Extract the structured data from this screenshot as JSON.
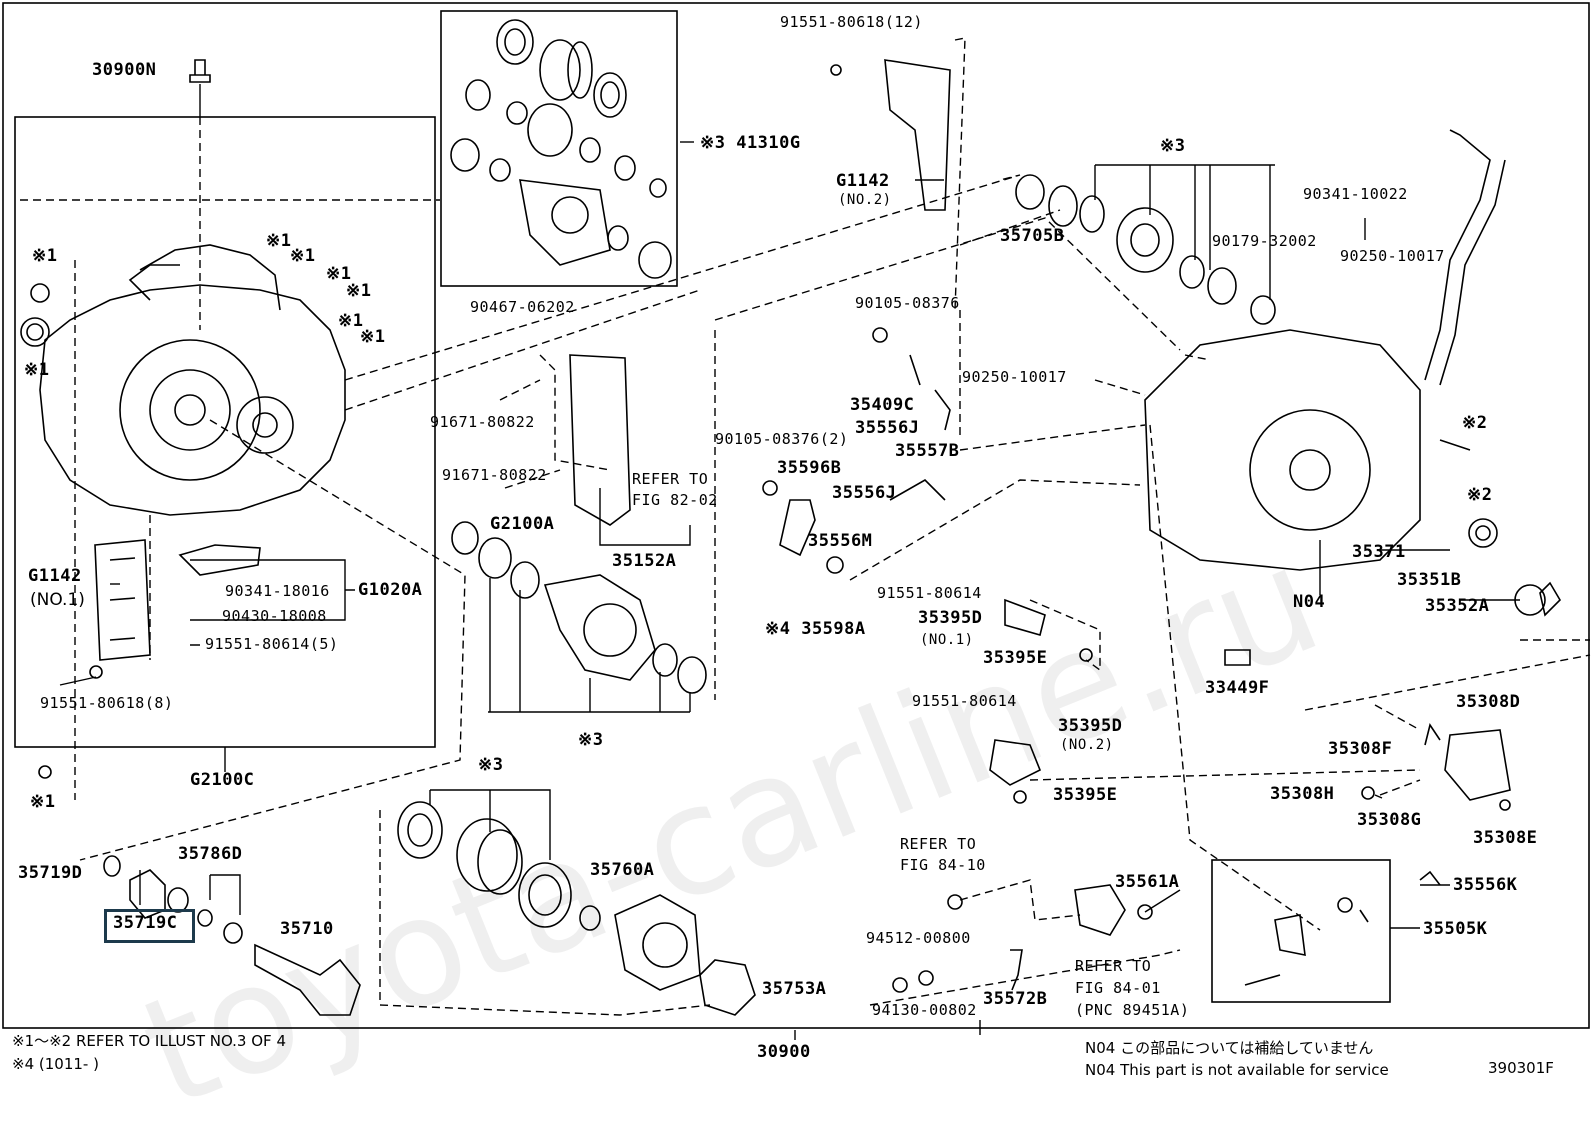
{
  "watermark": "toyota-carline.ru",
  "labels": {
    "p30900N": "30900N",
    "p41310G": "※3 41310G",
    "p91551_80618_12": "91551-80618(12)",
    "pG1142_top": "G1142",
    "pNO2_top": "(NO.2)",
    "star3_top": "※3",
    "p35705B": "35705B",
    "p90341_10022": "90341-10022",
    "p90179_32002": "90179-32002",
    "p90250_10017_a": "90250-10017",
    "p90467_06202": "90467-06202",
    "p90105_08376": "90105-08376",
    "p90250_10017_b": "90250-10017",
    "p35409C": "35409C",
    "p91671_80822_a": "91671-80822",
    "p35556J_a": "35556J",
    "p35557B": "35557B",
    "p90105_08376_2": "90105-08376(2)",
    "refer_fig_82_a": "REFER TO",
    "refer_fig_82_b": "FIG 82-02",
    "p91671_80822_b": "91671-80822",
    "p35596B": "35596B",
    "p35556J_b": "35556J",
    "pG2100A": "G2100A",
    "p35556M": "35556M",
    "p35152A": "35152A",
    "star2_a": "※2",
    "star2_b": "※2",
    "p35371": "35371",
    "p35351B": "35351B",
    "p35352A": "35352A",
    "pN04": "N04",
    "pG1142_left": "G1142",
    "pNO1_left": "(NO.1)",
    "p90341_18016": "90341-18016",
    "pG1020A": "G1020A",
    "p90430_18008": "90430-18008",
    "p91551_80614_5": "91551-80614(5)",
    "p91551_80618_8": "91551-80618(8)",
    "pG2100C": "G2100C",
    "p35598A": "※4 35598A",
    "p91551_80614_a": "91551-80614",
    "p35395D_a": "35395D",
    "pNO1_b": "(NO.1)",
    "p35395E_a": "35395E",
    "p33449F": "33449F",
    "star3_mid": "※3",
    "p91551_80614_b": "91551-80614",
    "p35395D_b": "35395D",
    "pNO2_b": "(NO.2)",
    "p35395E_b": "35395E",
    "p35308D": "35308D",
    "p35308F": "35308F",
    "p35308H": "35308H",
    "p35308G": "35308G",
    "p35308E": "35308E",
    "star3_bot": "※3",
    "p35719D": "35719D",
    "p35786D": "35786D",
    "p35719C": "35719C",
    "p35710": "35710",
    "p35760A": "35760A",
    "p35753A": "35753A",
    "refer_fig_84_10_a": "REFER TO",
    "refer_fig_84_10_b": "FIG 84-10",
    "p35561A": "35561A",
    "p94512_00800": "94512-00800",
    "p94130_00802": "94130-00802",
    "p35572B": "35572B",
    "refer_fig_84_01_a": "REFER TO",
    "refer_fig_84_01_b": "FIG 84-01",
    "refer_fig_84_01_c": "(PNC 89451A)",
    "p35556K": "35556K",
    "p35505K": "35505K",
    "p30900": "30900",
    "star1_list": [
      "※1",
      "※1",
      "※1",
      "※1",
      "※1",
      "※1",
      "※1",
      "※1"
    ],
    "star1_bottom": "※1"
  },
  "footer": {
    "note1": "※1〜※2 REFER TO ILLUST NO.3 OF 4",
    "note2": "※4 (1011-       )",
    "n04_jp": "N04  この部品については補給していません",
    "n04_en": "N04  This part is not available for service",
    "fig_code": "390301F"
  },
  "highlight": "35719C"
}
